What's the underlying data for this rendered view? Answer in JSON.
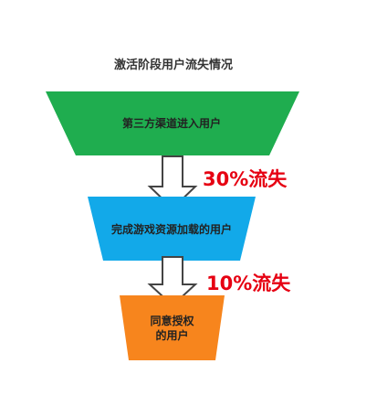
{
  "title": "激活阶段用户流失情况",
  "stages": [
    {
      "label": "第三方渠道进入用户",
      "color": "#1fad4f"
    },
    {
      "label": "完成游戏资源加载的用户",
      "color": "#12a9e9"
    },
    {
      "label_line1": "同意授权",
      "label_line2": "的用户",
      "color": "#f7851d"
    }
  ],
  "drops": [
    {
      "text": "30%流失",
      "color": "#e60012"
    },
    {
      "text": "10%流失",
      "color": "#e60012"
    }
  ]
}
